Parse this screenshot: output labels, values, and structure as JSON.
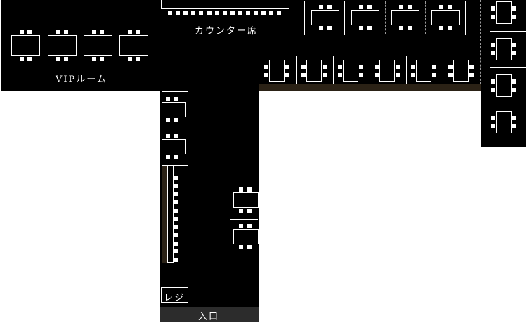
{
  "labels": {
    "vip_room": "VIPルーム",
    "counter": "カウンター席",
    "register": "レジ",
    "entrance": "入口"
  },
  "colors": {
    "floor": "#000000",
    "outside": "#ffffff",
    "line": "#ffffff",
    "wall_accent": "#2b2216",
    "entrance_band": "#2c2c2c"
  }
}
